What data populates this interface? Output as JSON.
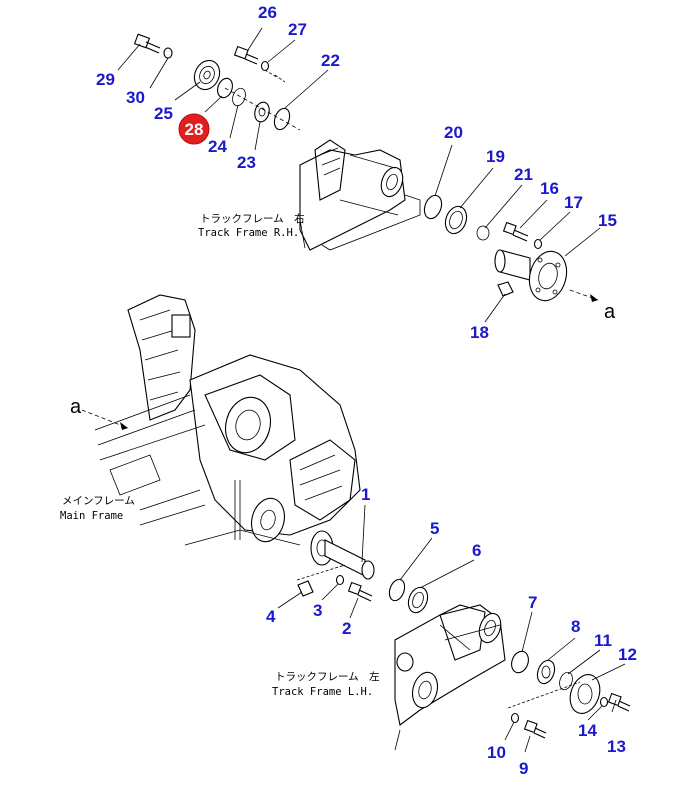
{
  "part_labels": {
    "p1": "1",
    "p2": "2",
    "p3": "3",
    "p4": "4",
    "p5": "5",
    "p6": "6",
    "p7": "7",
    "p8": "8",
    "p9": "9",
    "p10": "10",
    "p11": "11",
    "p12": "12",
    "p13": "13",
    "p14": "14",
    "p15": "15",
    "p16": "16",
    "p17": "17",
    "p18": "18",
    "p19": "19",
    "p20": "20",
    "p21": "21",
    "p22": "22",
    "p23": "23",
    "p24": "24",
    "p25": "25",
    "p26": "26",
    "p27": "27",
    "p29": "29",
    "p30": "30"
  },
  "highlighted_part": {
    "label": "28",
    "color": "#e02020"
  },
  "label_color": "#1a1acc",
  "captions": {
    "track_rh_jp": "トラックフレーム　右",
    "track_rh_en": "Track Frame R.H.",
    "main_jp": "メインフレーム",
    "main_en": "Main Frame",
    "track_lh_jp": "トラックフレーム　左",
    "track_lh_en": "Track Frame L.H."
  },
  "connector_marks": {
    "upper": "a",
    "left": "a"
  }
}
